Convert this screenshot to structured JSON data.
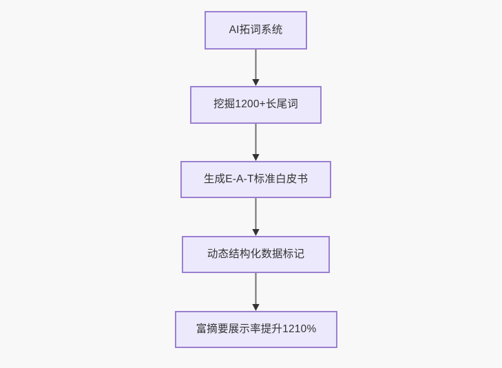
{
  "diagram": {
    "type": "flowchart",
    "orientation": "top-to-bottom",
    "background_color": "#f8f8f8",
    "node_fill_color": "#ece9fc",
    "node_border_color": "#9a7fd1",
    "node_text_color": "#333333",
    "connector_line_color": "#707070",
    "connector_arrow_color": "#333333",
    "nodes": [
      {
        "id": "node-1",
        "label": "AI拓词系统"
      },
      {
        "id": "node-2",
        "label": "挖掘1200+长尾词"
      },
      {
        "id": "node-3",
        "label": "生成E-A-T标准白皮书"
      },
      {
        "id": "node-4",
        "label": "动态结构化数据标记"
      },
      {
        "id": "node-5",
        "label": "富摘要展示率提升1210%"
      }
    ],
    "edges": [
      {
        "from": "node-1",
        "to": "node-2",
        "label": ""
      },
      {
        "from": "node-2",
        "to": "node-3",
        "label": ""
      },
      {
        "from": "node-3",
        "to": "node-4",
        "label": ""
      },
      {
        "from": "node-4",
        "to": "node-5",
        "label": ""
      }
    ]
  }
}
